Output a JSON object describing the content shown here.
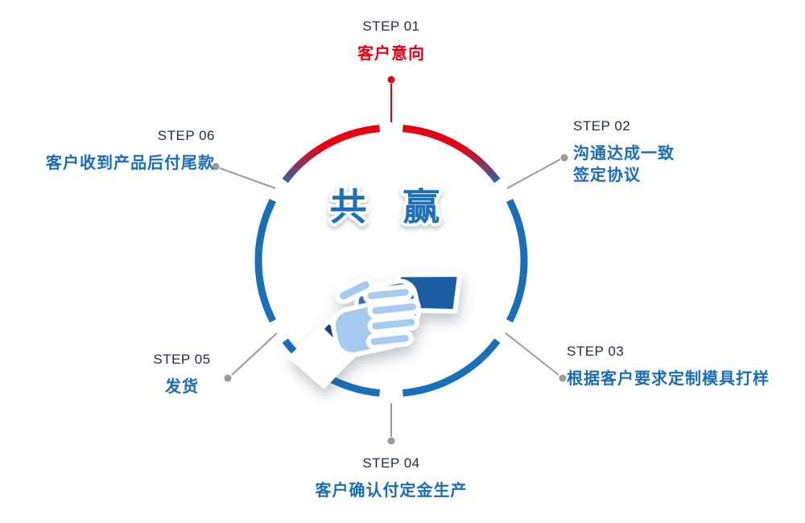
{
  "diagram": {
    "center_title": "共 赢",
    "center_title_color": "#1e6fb8",
    "center_icon": "handshake"
  },
  "steps": [
    {
      "label": "STEP 01",
      "lines": [
        "客户意向"
      ],
      "accent": "#e60012"
    },
    {
      "label": "STEP 02",
      "lines": [
        "沟通达成一致",
        "签定协议"
      ],
      "accent": "#1a6cb8"
    },
    {
      "label": "STEP 03",
      "lines": [
        "根据客户要求定制模具打样"
      ],
      "accent": "#1a6cb8"
    },
    {
      "label": "STEP 04",
      "lines": [
        "客户确认付定金生产"
      ],
      "accent": "#1a6cb8"
    },
    {
      "label": "STEP 05",
      "lines": [
        "发货"
      ],
      "accent": "#1a6cb8"
    },
    {
      "label": "STEP 06",
      "lines": [
        "客户收到产品后付尾款"
      ],
      "accent": "#1a6cb8"
    }
  ],
  "colors": {
    "background": "#ffffff",
    "step_label_navy": "#1f2b45",
    "step_accent_red": "#e60012",
    "step_title_blue": "#1a6cb8",
    "ring_red": "#e60012",
    "ring_blue": "#1a70b8",
    "connector_gray": "#9b9b9b",
    "handshake_dark_blue": "#1d5ca2",
    "handshake_mid_blue": "#2e72b5",
    "handshake_light_blue": "#a6cbee",
    "sleeve_white": "#ffffff"
  }
}
